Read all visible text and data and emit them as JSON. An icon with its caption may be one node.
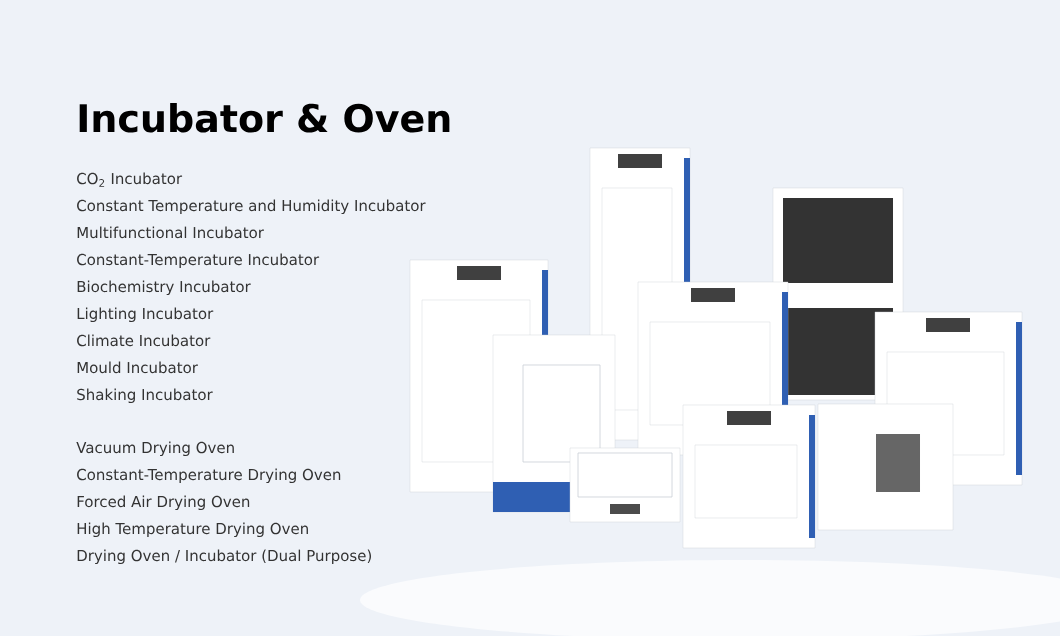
{
  "diagram": {
    "title": "Incubator & Oven",
    "labels": [
      "CO$_{2}$ Incubator",
      "Constant Temperature and Humidity Incubator",
      "Multifunctional Incubator",
      "Constant-Temperature Incubator",
      "Biochemistry Incubator",
      "Lighting Incubator",
      "Climate Incubator",
      "Mould Incubator",
      "Shaking Incubator",
      "Vacuum Drying Oven",
      "Constant-Temperature Drying Oven",
      "Forced Air Drying Oven",
      "High Temperature Drying Oven",
      "Drying Oven / Incubator (Dual Purpose)"
    ]
  }
}
